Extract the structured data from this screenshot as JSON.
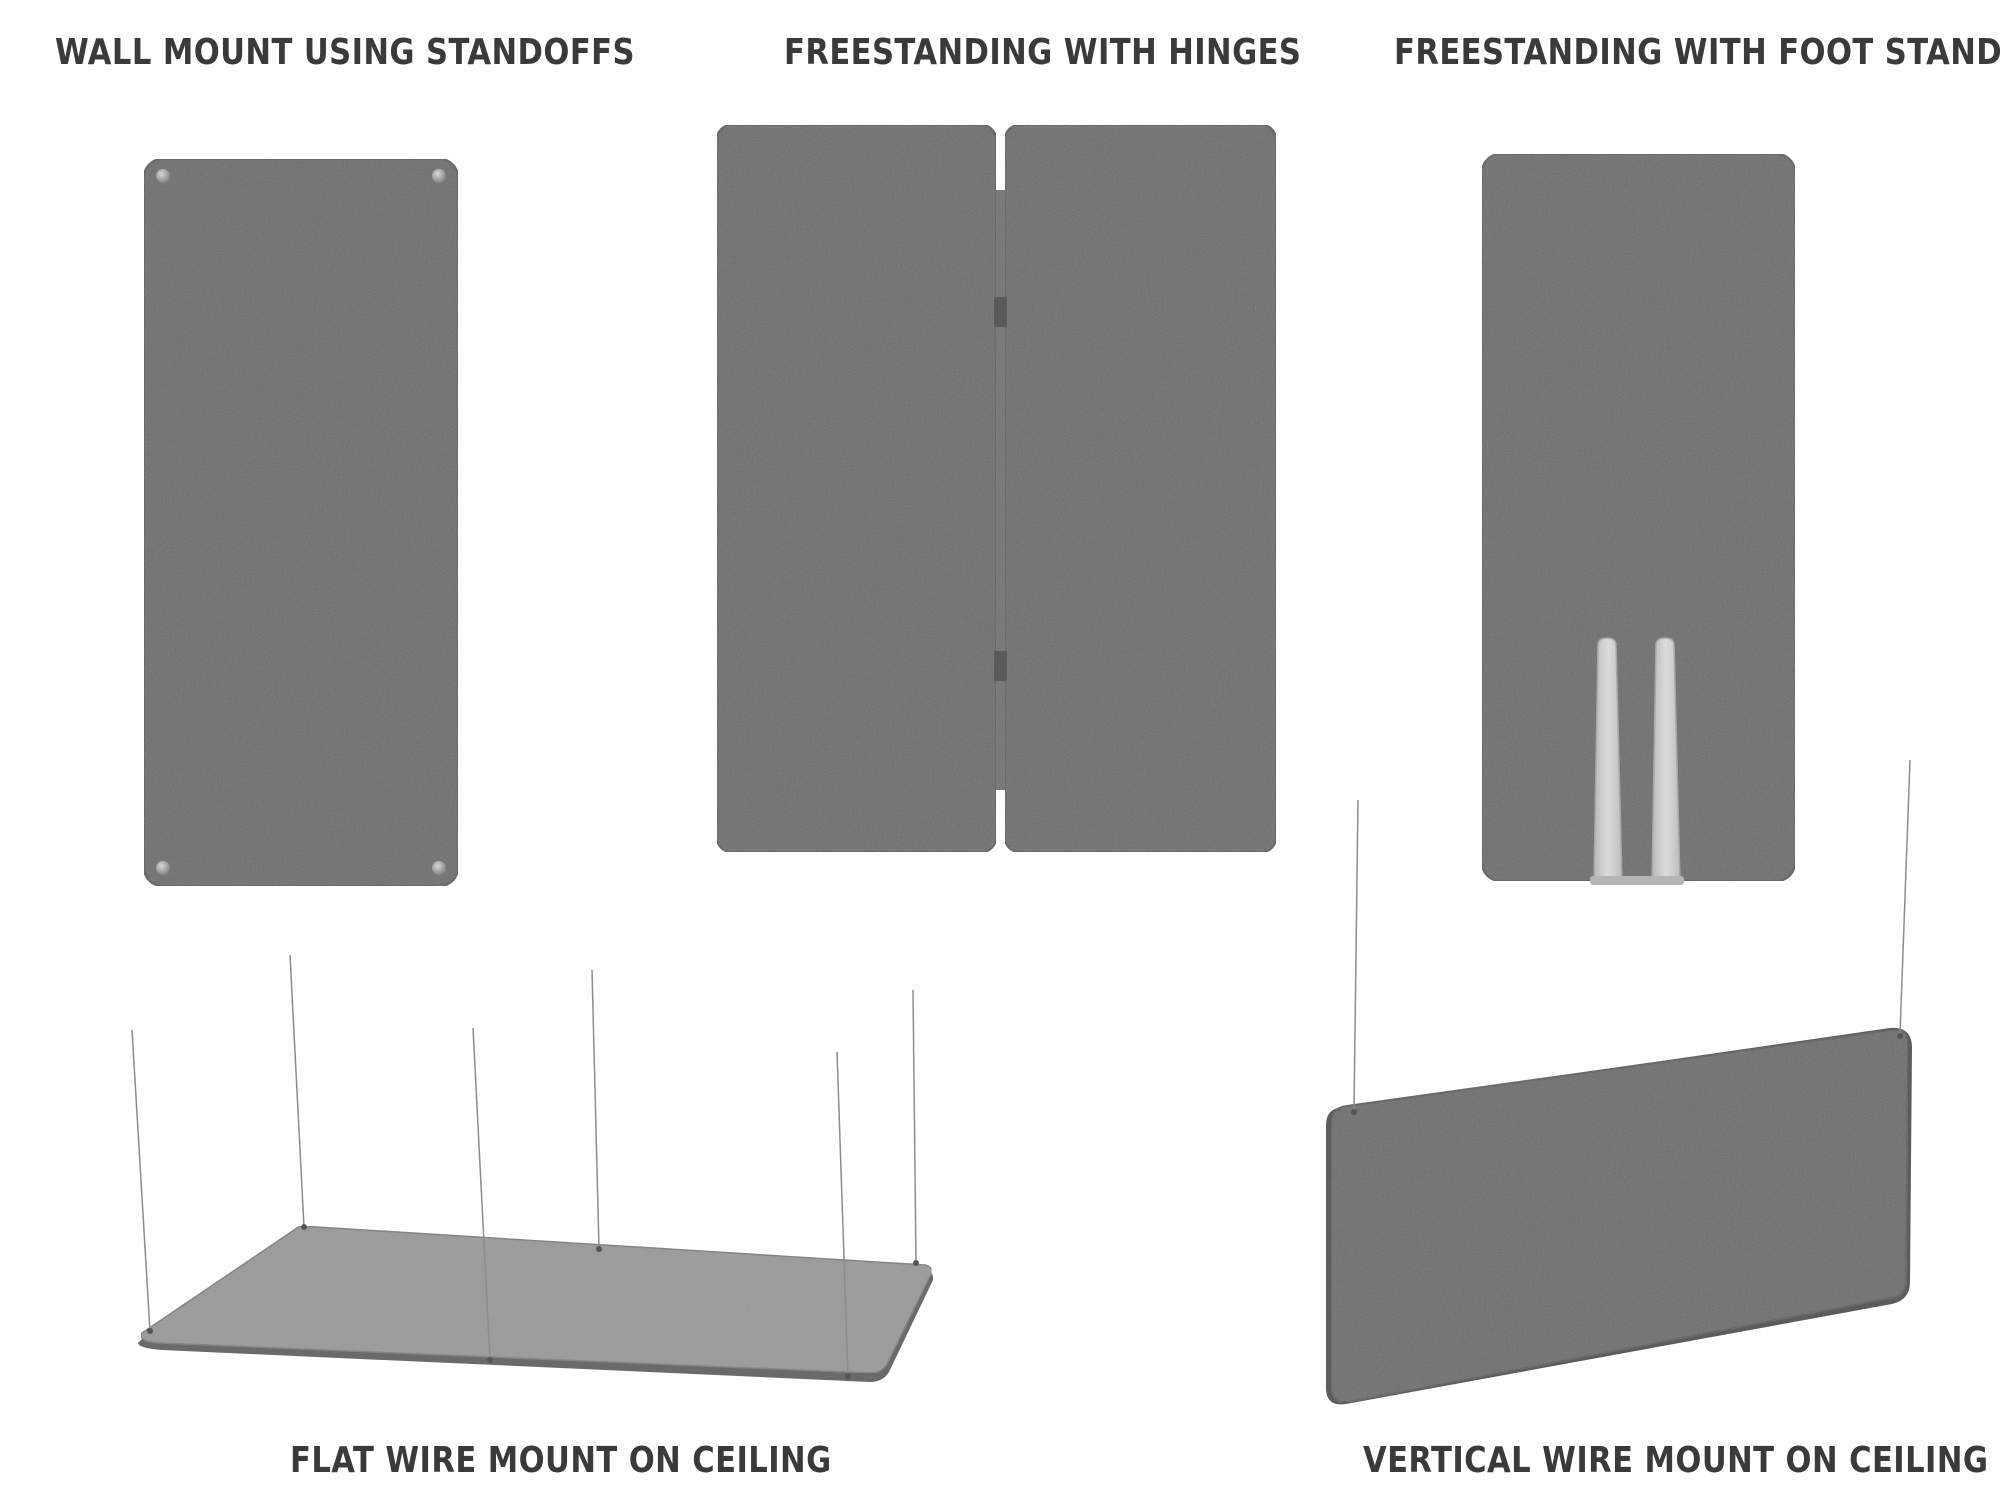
{
  "captions": {
    "wall_mount": "WALL MOUNT USING STANDOFFS",
    "freestanding_hinges": "FREESTANDING WITH HINGES",
    "freestanding_foot": "FREESTANDING WITH FOOT STAND",
    "flat_wire": "FLAT WIRE MOUNT ON CEILING",
    "vertical_wire": "VERTICAL WIRE MOUNT ON CEILING"
  },
  "colors": {
    "panel": "#6d6d6d",
    "panel_edge": "#5a5a5a",
    "flat_panel": "#9a9a9a",
    "stand": "#c9c9c9",
    "wire": "#8c8c8c",
    "text": "#3a3a3a"
  }
}
